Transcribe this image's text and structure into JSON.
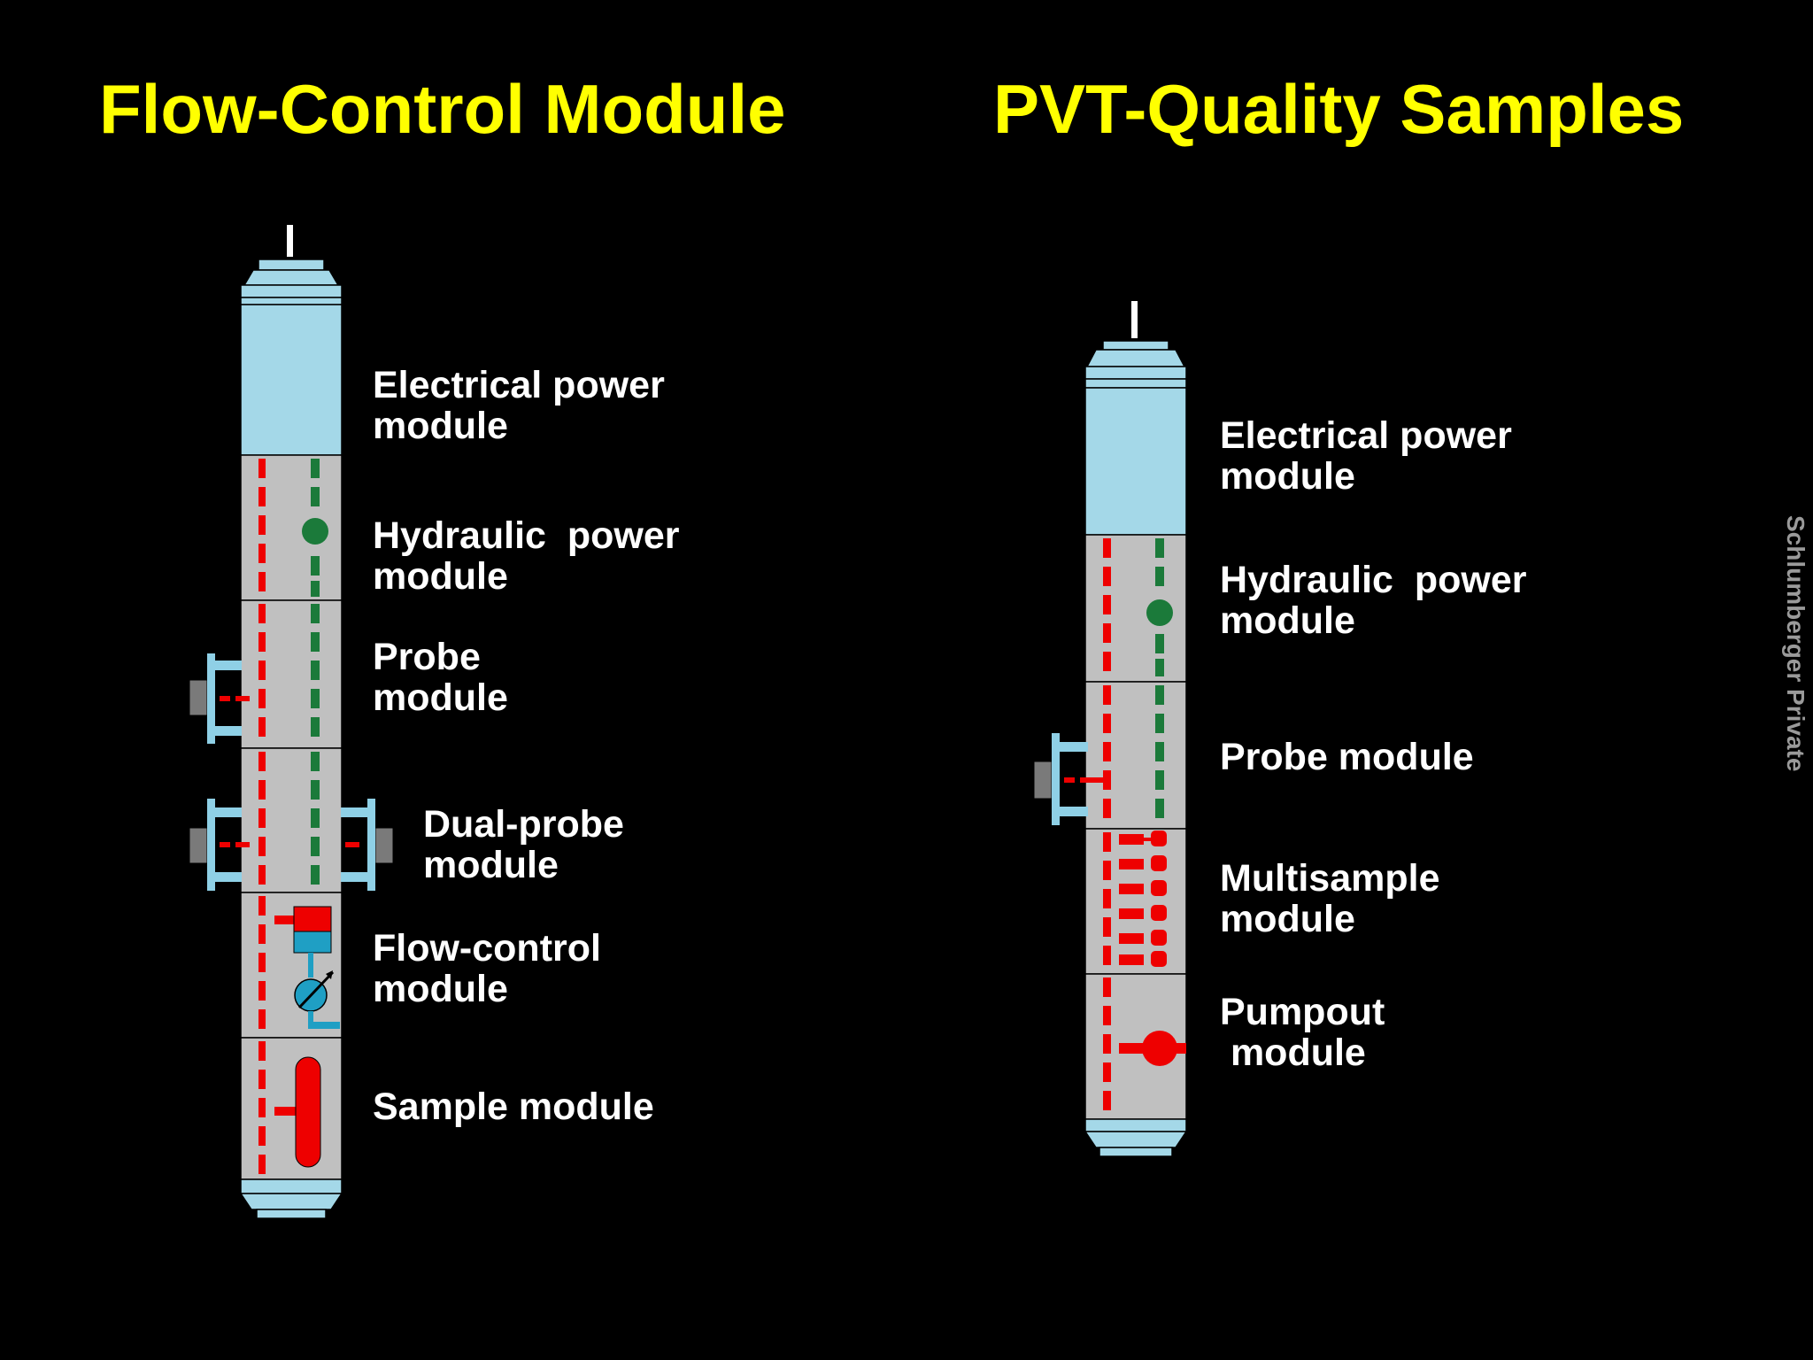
{
  "titles": {
    "left": "Flow-Control Module",
    "right": "PVT-Quality Samples"
  },
  "left_tool": {
    "labels": [
      "Electrical power\nmodule",
      "Hydraulic  power\nmodule",
      "Probe\nmodule",
      "Dual-probe\nmodule",
      "Flow-control\nmodule",
      "Sample module"
    ]
  },
  "right_tool": {
    "labels": [
      "Electrical power\nmodule",
      "Hydraulic  power\nmodule",
      "Probe module",
      "Multisample\nmodule",
      "Pumpout\n module"
    ]
  },
  "watermark": "Schlumberger Private",
  "colors": {
    "background": "#000000",
    "title": "#ffff00",
    "label": "#ffffff",
    "power_module": "#a4d8e8",
    "tool_body": "#c0c0c0",
    "flowline_red": "#ee0000",
    "hydraulic_green": "#1b7a3a",
    "probe_blue": "#8fd0e6",
    "probe_pad": "#7a7a7a"
  }
}
